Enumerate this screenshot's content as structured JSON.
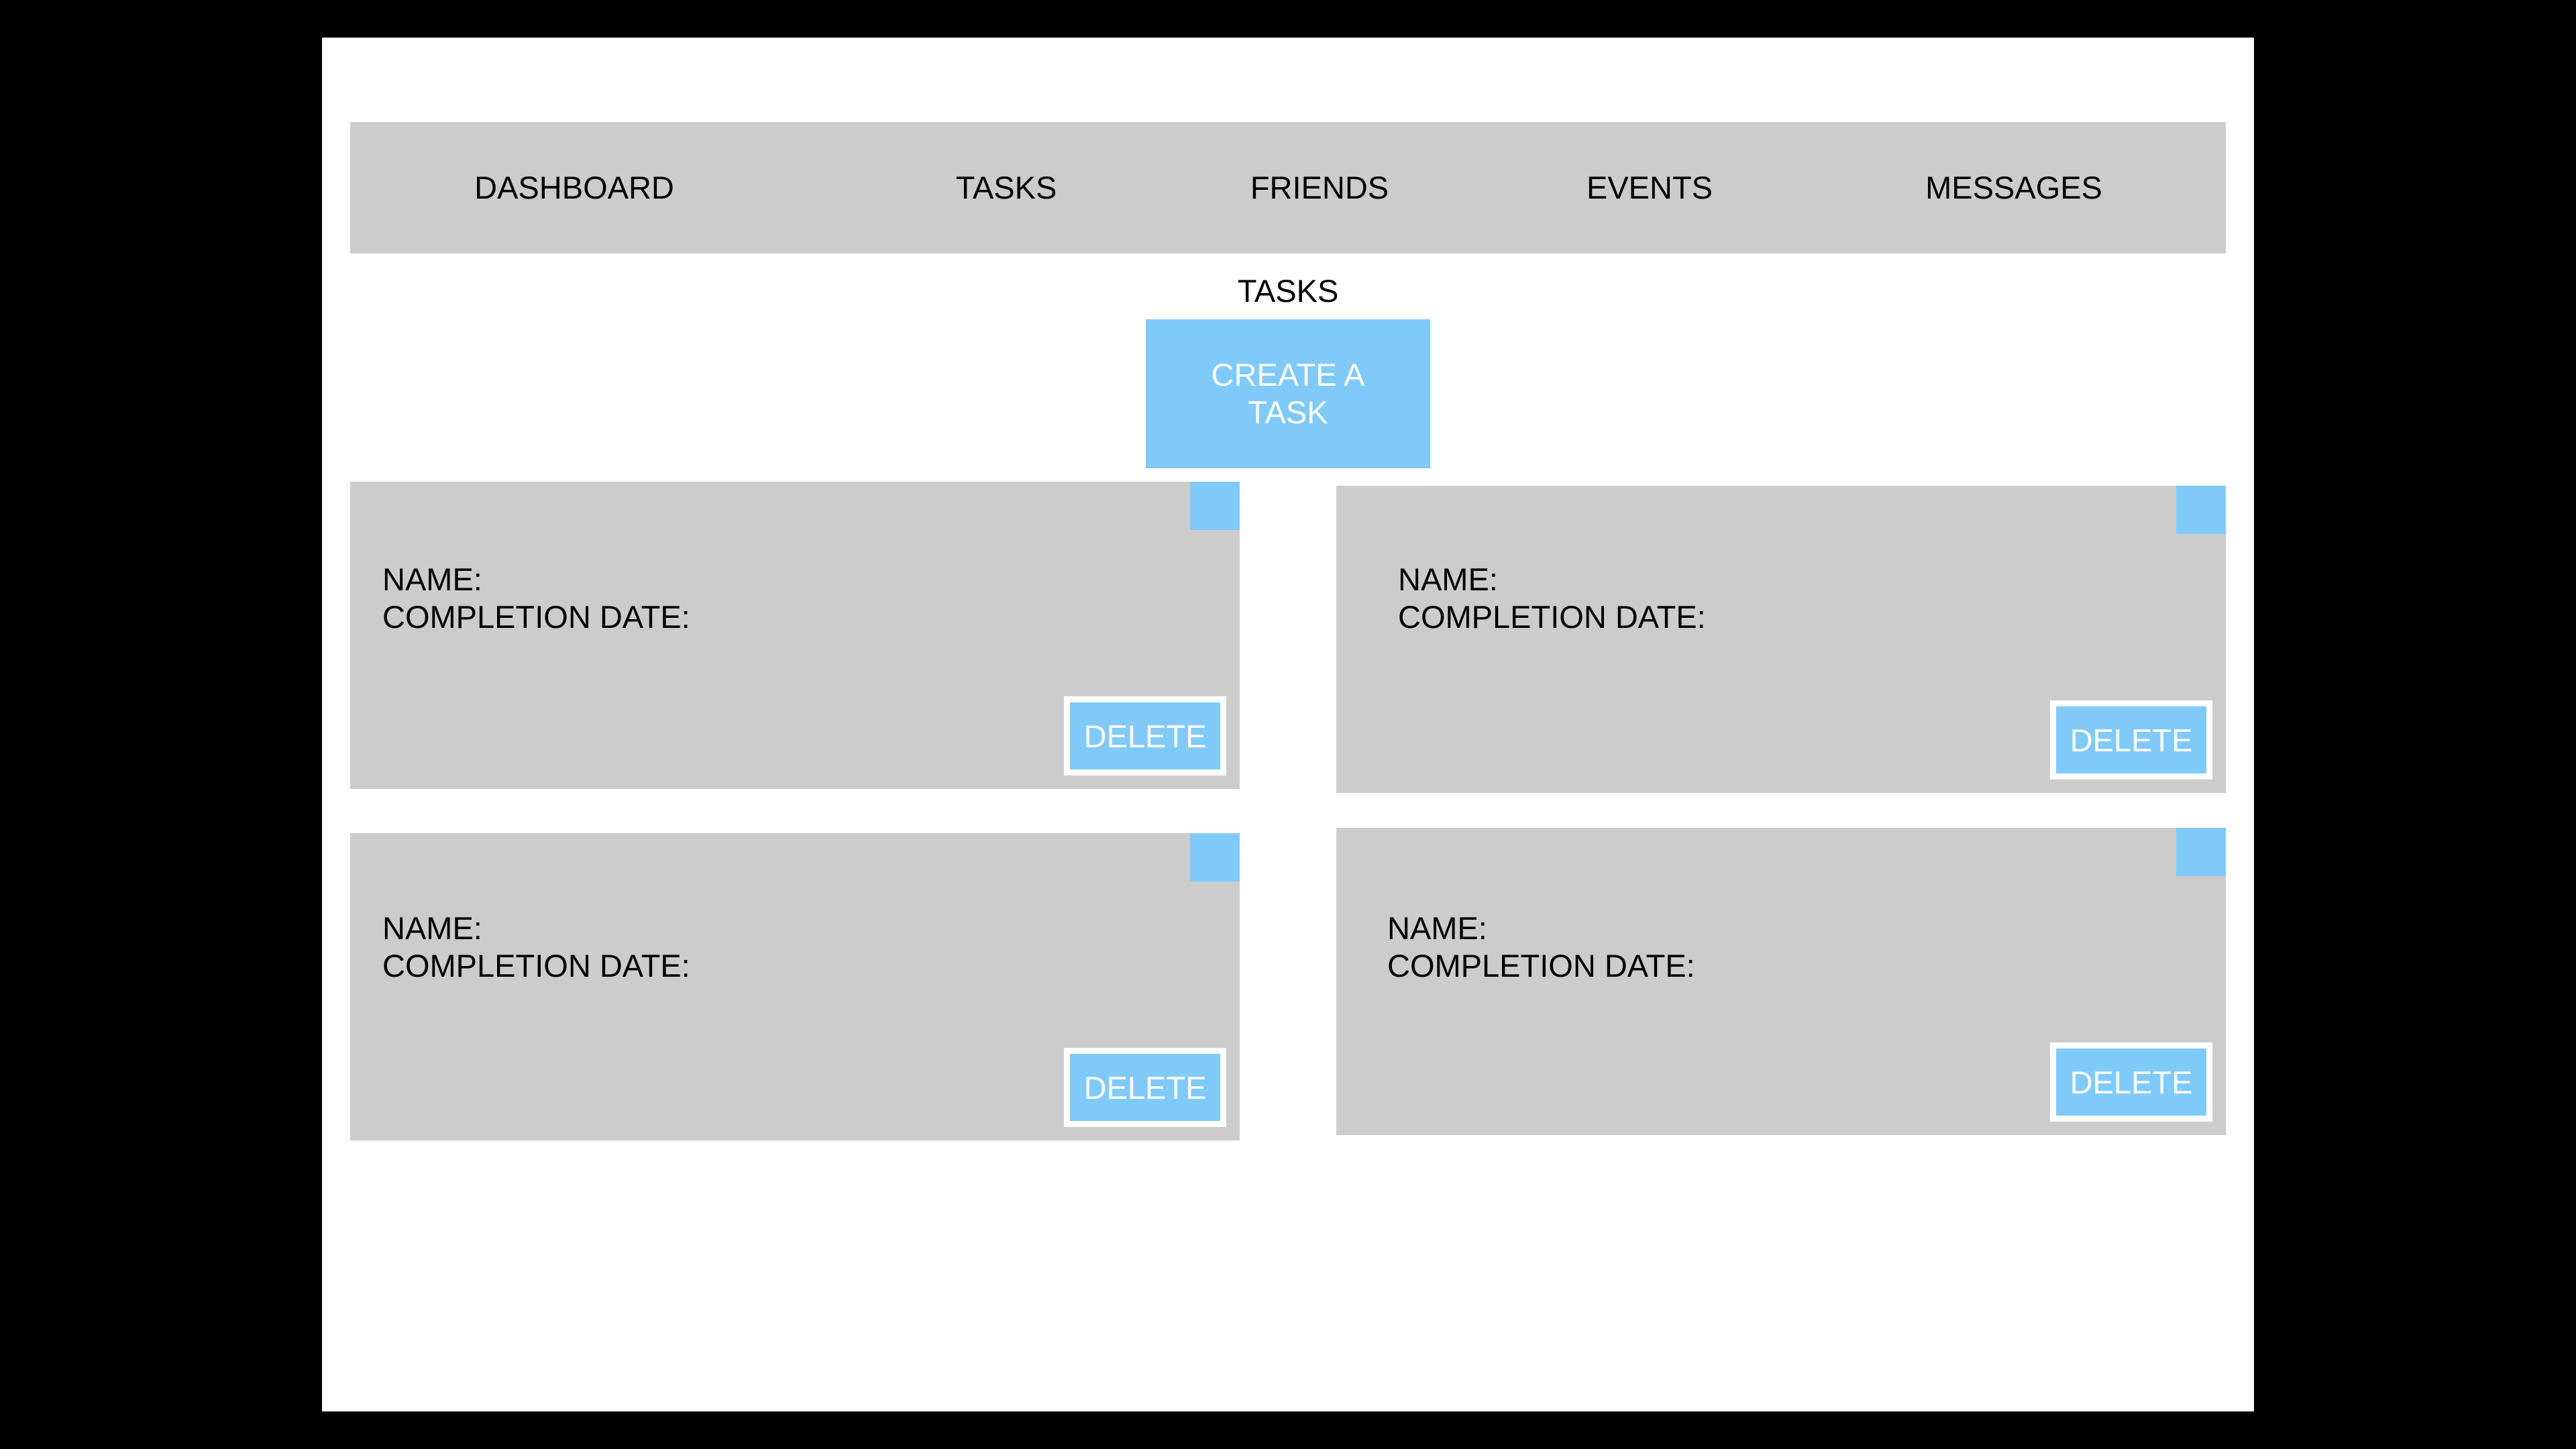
{
  "nav": {
    "items": [
      {
        "label": "DASHBOARD"
      },
      {
        "label": "TASKS"
      },
      {
        "label": "FRIENDS"
      },
      {
        "label": "EVENTS"
      },
      {
        "label": "MESSAGES"
      }
    ]
  },
  "main": {
    "title": "TASKS",
    "create_label": "CREATE A TASK",
    "cards": [
      {
        "name_label": "NAME:",
        "date_label": "COMPLETION DATE:",
        "delete_label": "DELETE"
      },
      {
        "name_label": "NAME:",
        "date_label": "COMPLETION DATE:",
        "delete_label": "DELETE"
      },
      {
        "name_label": "NAME:",
        "date_label": "COMPLETION DATE:",
        "delete_label": "DELETE"
      },
      {
        "name_label": "NAME:",
        "date_label": "COMPLETION DATE:",
        "delete_label": "DELETE"
      }
    ]
  },
  "colors": {
    "background": "#000000",
    "page": "#ffffff",
    "panel": "#cccccc",
    "accent": "#80caf9"
  }
}
